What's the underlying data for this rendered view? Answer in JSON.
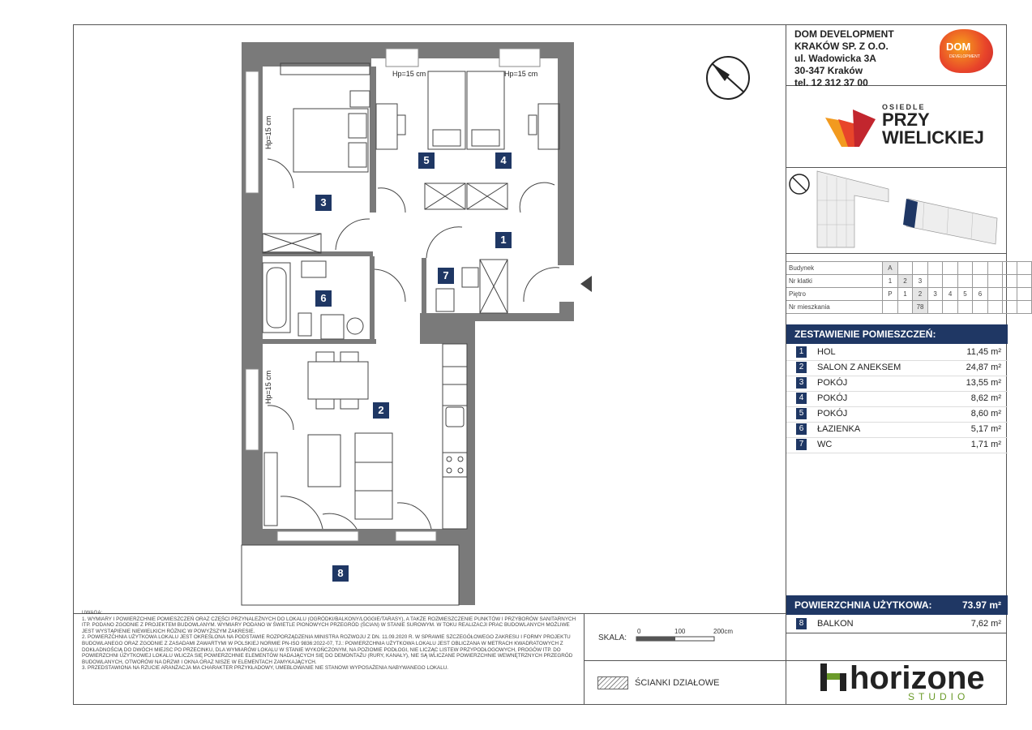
{
  "developer": {
    "name": "DOM DEVELOPMENT",
    "company": "KRAKÓW SP. Z O.O.",
    "street": "ul. Wadowicka 3A",
    "city": "30-347 Kraków",
    "phone": "tel. 12 312 37 00",
    "logo_text": "DOM",
    "logo_sub": "DEVELOPMENT"
  },
  "estate": {
    "small": "OSIEDLE",
    "line1": "PRZY",
    "line2": "WIELICKIEJ"
  },
  "info_table": {
    "building_label": "Budynek",
    "building": [
      "A"
    ],
    "staircase_label": "Nr klatki",
    "staircases": [
      "1",
      "2",
      "3"
    ],
    "floor_label": "Piętro",
    "floors": [
      "P",
      "1",
      "2",
      "3",
      "4",
      "5",
      "6"
    ],
    "apartment_label": "Nr mieszkania",
    "apartment": "78",
    "selected_staircase": "2",
    "selected_floor": "2"
  },
  "rooms_header": "ZESTAWIENIE POMIESZCZEŃ:",
  "rooms": [
    {
      "no": "1",
      "name": "HOL",
      "area": "11,45 m²"
    },
    {
      "no": "2",
      "name": "SALON Z ANEKSEM",
      "area": "24,87 m²"
    },
    {
      "no": "3",
      "name": "POKÓJ",
      "area": "13,55 m²"
    },
    {
      "no": "4",
      "name": "POKÓJ",
      "area": "8,62 m²"
    },
    {
      "no": "5",
      "name": "POKÓJ",
      "area": "8,60 m²"
    },
    {
      "no": "6",
      "name": "ŁAZIENKA",
      "area": "5,17 m²"
    },
    {
      "no": "7",
      "name": "WC",
      "area": "1,71 m²"
    }
  ],
  "total": {
    "label": "POWIERZCHNIA UŻYTKOWA:",
    "value": "73.97 m²"
  },
  "balcony": {
    "no": "8",
    "name": "BALKON",
    "area": "7,62 m²"
  },
  "plan_labels": {
    "hp_top_left": "Hp=15 cm",
    "hp_top_right": "Hp=15 cm",
    "hp_left_top": "Hp=15 cm",
    "hp_left_mid": "Hp=15 cm",
    "room_numbers": [
      "1",
      "2",
      "3",
      "4",
      "5",
      "6",
      "7",
      "8"
    ]
  },
  "notes": {
    "title": "UWAGA:",
    "items": [
      "1. WYMIARY I POWIERZCHNIE POMIESZCZEŃ ORAZ CZĘŚCI PRZYNALEŻNYCH DO LOKALU (OGRÓDKI/BALKONY/LOGGIE/TARASY), A TAKŻE ROZMIESZCZENIE PUNKTÓW I PRZYBORÓW SANITARNYCH ITP. PODANO ZGODNIE Z PROJEKTEM BUDOWLANYM. WYMIARY PODANO W ŚWIETLE PIONOWYCH PRZEGRÓD (ŚCIAN) W STANIE SUROWYM. W TOKU REALIZACJI PRAC BUDOWLANYCH MOŻLIWE JEST WYSTĄPIENIE NIEWIELKICH RÓŻNIC W POWYŻSZYM ZAKRESIE.",
      "2. POWIERZCHNIA UŻYTKOWA LOKALU JEST OKREŚLONA NA PODSTAWIE ROZPORZĄDZENIA MINISTRA ROZWOJU Z DN. 11.09.2020 R. W SPRAWIE SZCZEGÓŁOWEGO ZAKRESU I FORMY PROJEKTU BUDOWLANEGO ORAZ ZGODNIE Z ZASADAMI ZAWARTYMI W POLSKIEJ NORMIE PN-ISO 9836:2022-07, TJ.: POWIERZCHNIA UŻYTKOWA LOKALU JEST OBLICZANA W METRACH KWADRATOWYCH Z DOKŁADNOŚCIĄ DO DWÓCH MIEJSC PO PRZECINKU, DLA WYMIARÓW LOKALU W STANIE WYKOŃCZONYM, NA POZIOMIE PODŁOGI, NIE LICZĄC LISTEW PRZYPODŁOGOWYCH, PROGÓW ITP. DO POWIERZCHNI UŻYTKOWEJ LOKALU WLICZA SIĘ POWIERZCHNIE ELEMENTÓW NADAJĄCYCH SIĘ DO DEMONTAŻU (RURY, KANAŁY), NIE SĄ WLICZANE POWIERZCHNIE WEWNĘTRZNYCH PRZEGRÓD BUDOWLANYCH, OTWORÓW NA DRZWI I OKNA ORAZ NISZE W ELEMENTACH ZAMYKAJĄCYCH.",
      "3. PRZEDSTAWIONA NA RZUCIE ARANŻACJA MA CHARAKTER PRZYKŁADOWY, UMEBLOWANIE NIE STANOWI WYPOSAŻENIA NABYWANEGO LOKALU."
    ]
  },
  "scale": {
    "label": "SKALA:",
    "ticks": [
      "0",
      "100",
      "200cm"
    ]
  },
  "legend": {
    "partition_label": "ŚCIANKI DZIAŁOWE"
  },
  "studio": {
    "name": "horizone",
    "sub": "STUDIO"
  },
  "colors": {
    "navy": "#1f3764",
    "wall": "#777777",
    "accent_green": "#6b9b2a"
  },
  "icons": [
    "compass-icon",
    "mini-compass-icon",
    "entrance-arrow-icon"
  ]
}
